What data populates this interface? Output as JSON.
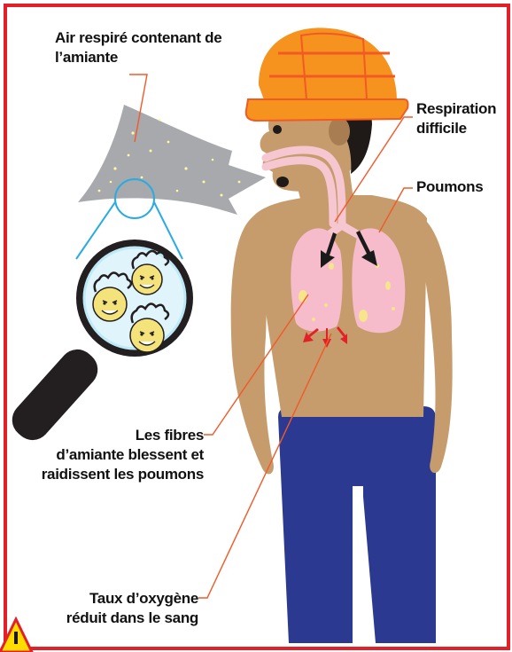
{
  "labels": {
    "air": [
      "Air respiré contenant de",
      "l’amiante"
    ],
    "breathing": [
      "Respiration",
      "difficile"
    ],
    "lungs": [
      "Poumons"
    ],
    "fibres": [
      "Les fibres",
      "d’amiante blessent et",
      "raidissent les poumons"
    ],
    "oxygen": [
      "Taux d’oxygène",
      "réduit dans le sang"
    ]
  },
  "icons": {
    "warning": "warning-triangle-icon"
  },
  "colors": {
    "frame": "#e32028",
    "helmet": "#f6921e",
    "skin": "#c69c6d",
    "hair": "#1f1a17",
    "pants": "#2b3990",
    "lungs": "#f7bccb",
    "airway": "#f6c6d1",
    "air_cloud": "#a7a9ac",
    "particles": "#fff8a0",
    "leader_lines": "#f05a28",
    "arrows_dark": "#1a1a1a",
    "arrows_red": "#e32028",
    "magnifier_lens": "#bde9f7",
    "magnifier_frame": "#231f20",
    "fibre_faces": "#f4e27a"
  }
}
